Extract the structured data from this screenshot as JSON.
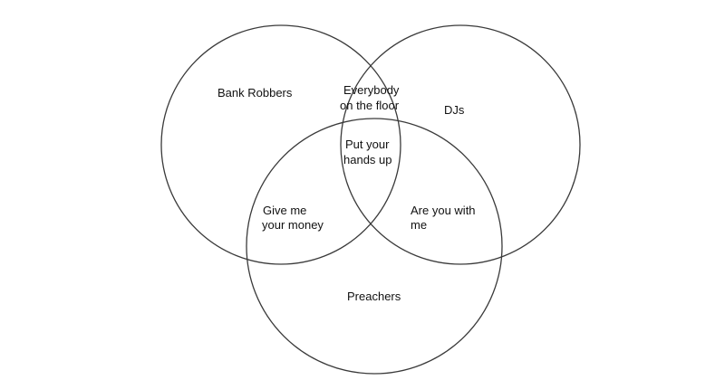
{
  "diagram": {
    "type": "venn",
    "stroke_color": "#3a3a3a",
    "sets": [
      {
        "label": "Bank Robbers"
      },
      {
        "label": "DJs"
      },
      {
        "label": "Preachers"
      }
    ],
    "intersections": {
      "robbers_djs": [
        "Everybody",
        "on the floor"
      ],
      "all_three": [
        "Put your",
        "hands up"
      ],
      "robbers_preachers": [
        "Give me",
        "your money"
      ],
      "djs_preachers": [
        "Are you with",
        "me"
      ]
    }
  }
}
